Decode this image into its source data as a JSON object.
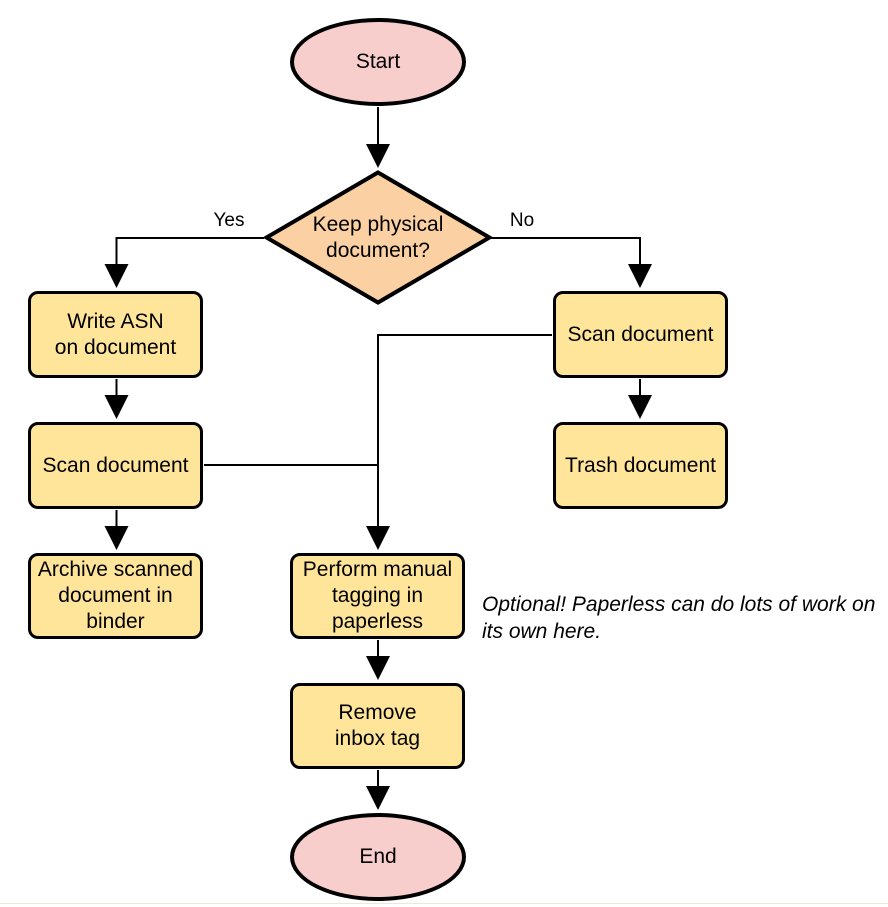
{
  "diagram": {
    "nodes": {
      "start": {
        "label": "Start",
        "type": "terminal"
      },
      "decision": {
        "label": "Keep physical\ndocument?",
        "type": "decision"
      },
      "write_asn": {
        "label": "Write ASN\non document",
        "type": "process"
      },
      "scan_left": {
        "label": "Scan document",
        "type": "process"
      },
      "archive": {
        "label": "Archive scanned\ndocument in\nbinder",
        "type": "process"
      },
      "scan_right": {
        "label": "Scan document",
        "type": "process"
      },
      "trash": {
        "label": "Trash document",
        "type": "process"
      },
      "tagging": {
        "label": "Perform manual\ntagging in\npaperless",
        "type": "process"
      },
      "remove_inbox": {
        "label": "Remove\ninbox tag",
        "type": "process"
      },
      "end": {
        "label": "End",
        "type": "terminal"
      }
    },
    "edge_labels": {
      "yes": "Yes",
      "no": "No"
    },
    "note": "Optional! Paperless can do lots of work on\nits own here.",
    "colors": {
      "terminal_fill": "#f8cecc",
      "decision_fill": "#fbd0a2",
      "process_fill": "#ffe599",
      "stroke": "#000000"
    }
  }
}
